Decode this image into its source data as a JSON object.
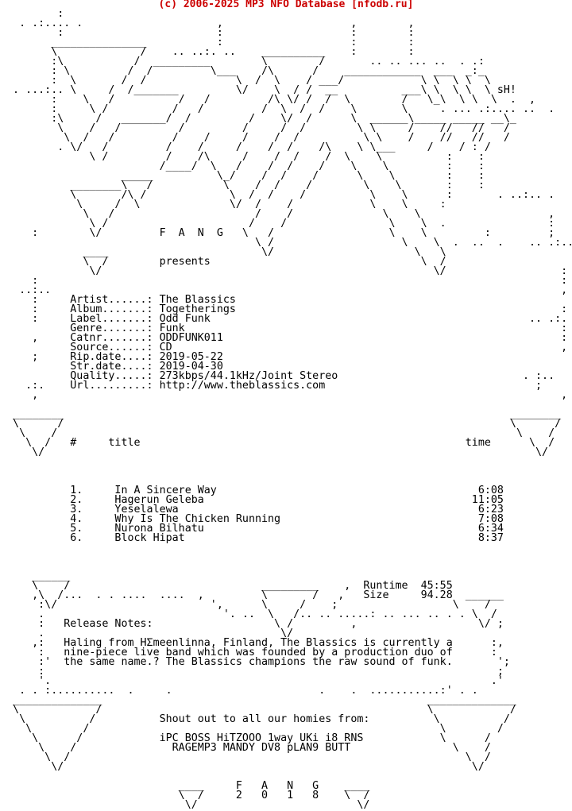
{
  "header": {
    "text": "(c) 2006-2025 MP3 NFO Database [nfodb.ru]",
    "color": "#cc0000"
  },
  "nfo": {
    "color": "#000000",
    "background": "#ffffff",
    "lines": [
      "         :",
      "   . .:.... .                     ,                    ,        ,",
      "         :                        :                    :        :",
      "        _______________           :                    :        :",
      "        \\             /    .. ..:. ..    __________    :        :",
      "        :\\           /  _________        \\        /       .. .. ... ..  . .:",
      "        : \\         /  /         \\___    /\\      /    ____________  ___  _:_",
      "        :  \\       /  /              \\  /  \\    / ___/            \\ \\  \\ \\  \\",
      "  . ...:.. \\     /  /_______         \\/    \\  / /  __          ___\\ \\  \\ \\  \\ sH!",
      "        :    \\   /          /   /         /\\ \\/ /  /  \\        /   \\_\\  \\ \\  \\  .  ,",
      "        :     \\ /          /   /         /  \\  /  /    \\       \\     . ... .:.... ..  .",
      "        :\\     /   _______/  /         /    \\/  /      \\  ______\\_____ _____ __\\_",
      "         \\    /   /         /         /     /  /        \\ \\     /    //   //   /",
      "          \\  /   /         /    /     /    /  /          \\ \\    /    //   //   /",
      "         . \\/   /         /    /     /    /  /    /\\    \\ \\___     /    / : /",
      "              \\ /         /    /\\     /    /  /    /  \\    \\          :    :",
      "                         /____/  \\   /    /  /    /    \\    \\         :    :",
      "                   _____          \\_/    /  /    /      \\    \\        :    :",
      "           ________\\   /           \\    /  /    /        \\    \\       :    :",
      "           \\       /\\ /             \\  /  /    /          \\    \\      :       . ..:.. .",
      "            \\     /  \\              \\/  /    /            \\    \\     :",
      "             \\   /                      /    /              \\    \\                    ,",
      "              \\ /                      /    /                \\    \\  .                :",
      "     :        \\/         F  A  N  G   \\   /                  \\    \\         :         ;",
      "                                        \\ /                    \\    \\  .  ..  .    .. .:.. .",
      "             ____                        \\/                      \\   \\",
      "             \\  /        presents                                 \\  /",
      "              \\/                                                    \\/                  :",
      "     :                                                                                  :",
      "   ..:..                                                                                ,",
      "     :     Artist......: The Blassics",
      "     :     Album.......: Togetherings                                                   :",
      "     :     Label.......: Odd Funk                                                  .. .:. .",
      "           Genre.......: Funk                                                           :",
      "     ,     Catnr.......: ODDFUNK011                                                     :",
      "           Source......: CD                                                             ,",
      "     ;     Rip.date....: 2019-05-22",
      "           Str.date....: 2019-04-30",
      "           Quality.....: 273kbps/44.1kHz/Joint Stereo                             . :..",
      "    .:.    Url.........: http://www.theblassics.com                                 ;",
      "     ,                                                                                  ,",
      "",
      "  ________                                                                      ________",
      "  \\      /                                                                      \\      /",
      "   \\    /                                                                        \\    /",
      "    \\  /   #     title                                                   time      \\  /",
      "     \\/                                                                             \\/",
      "",
      "",
      "",
      "           1.     In A Sincere Way                                         6:08",
      "           2.     Hagerun Geleba                                          11:05",
      "           3.     Yeselalewa                                               6:23",
      "           4.     Why Is The Chicken Running                               7:08",
      "           5.     Nurona Bilhatu                                           6:34",
      "           6.     Block Hipat                                              8:37",
      "",
      "",
      "",
      "     ______",
      "     \\    /                              _________    ,  Runtime  45:55",
      "     ,\\  /...  . . ....  ....  ,         \\       /   ,   Size     94.28  ______",
      "      :\\/                        ',      \\     /    ;                  \\    /",
      "      .                            '. ..  \\   /.. .. .....: .. ... .. . . \\  /",
      "      :   Release Notes:                   \\ /         ,                   \\/ ;",
      "      .                                     \\/",
      "     ,:   Haling from HΣmeenlinna, Finland, The Blassics is currently a      :,",
      "      :   nine-piece live band which was founded by a production duo of      :",
      "      :'  the same name.? The Blassics champions the raw sound of funk.       ';",
      "      :                                                                       ;",
      "      '.                                                                     .'",
      "   . . :..........  .     .                       .    .  ...........:' . .",
      "  ______________                                                   ______________",
      "  \\            /                                                   \\            /",
      "   \\          /          Shout out to all our homies from:          \\          /",
      "    \\        /                                                       \\        /",
      "     \\      /            iPC BOSS HiTZOOO 1way UKi i8 RNS            \\      /",
      "      \\    /               RAGEMP3 MANDY DV8 pLAN9 BUTT                \\    /",
      "       \\  /                                                              \\  /",
      "        \\/                                                                \\/",
      "",
      "                            ____     F   A   N   G    ____",
      "                            \\  /     2   0   1   8    \\  /",
      "                             \\/                         \\/"
    ]
  }
}
